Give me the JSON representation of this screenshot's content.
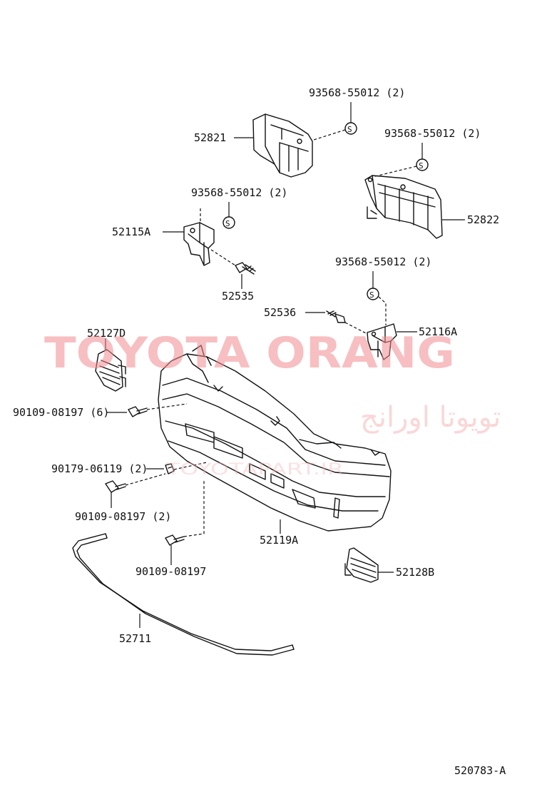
{
  "diagram": {
    "code": "520783-A",
    "labels": {
      "p52821": "52821",
      "p52822": "52822",
      "p52115A": "52115A",
      "p52535": "52535",
      "p52536": "52536",
      "p52116A": "52116A",
      "p52127D": "52127D",
      "p52119A": "52119A",
      "p52128B": "52128B",
      "p52711": "52711",
      "clipA": "93568-55012 (2)",
      "clipB": "93568-55012 (2)",
      "clipC": "93568-55012 (2)",
      "clipD": "93568-55012 (2)",
      "bolt6": "90109-08197 (6)",
      "nut2": "90179-06119 (2)",
      "bolt2": "90109-08197 (2)",
      "bolt1": "90109-08197"
    },
    "clip_symbol": "S"
  },
  "watermark": {
    "latin": "TOYOTA ORANG",
    "arabic": "تويوتا اورانج",
    "site": "TOYOTAPART.IR"
  },
  "colors": {
    "ink": "#111111",
    "watermark": "#f08a8e"
  }
}
